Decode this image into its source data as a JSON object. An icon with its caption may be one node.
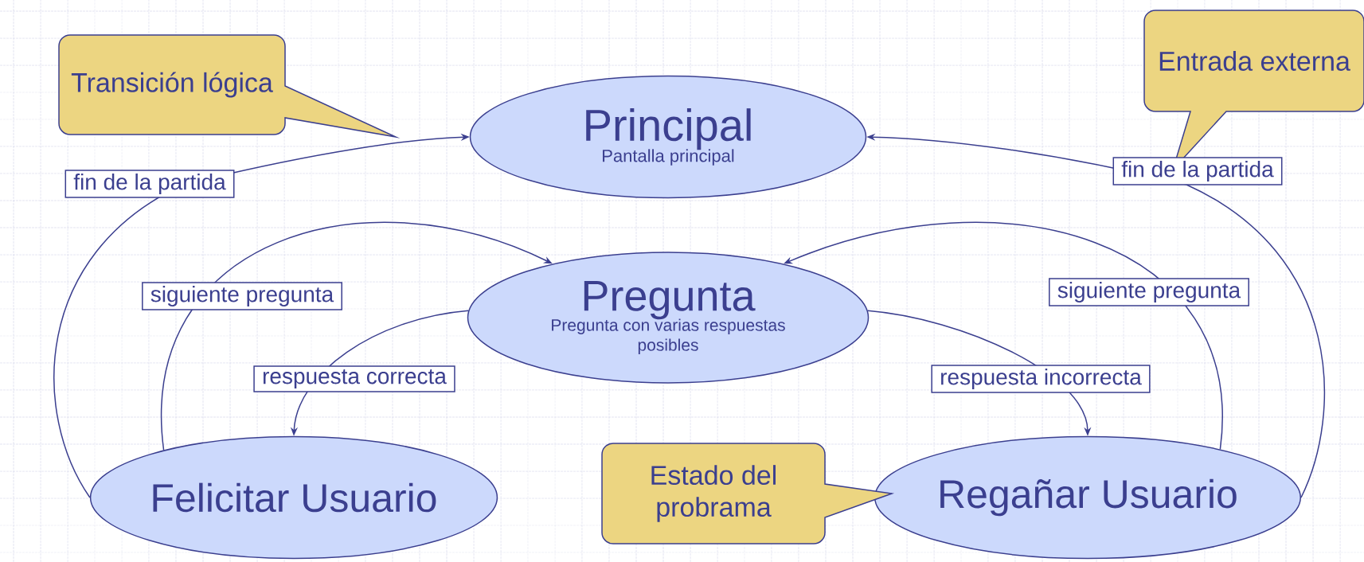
{
  "diagram": {
    "nodes": [
      {
        "text": [
          "Principal",
          "Pantalla principal"
        ]
      },
      {
        "text": [
          "Pregunta",
          "Pregunta con varias respuestas posibles"
        ]
      },
      {
        "text": [
          "Felicitar Usuario"
        ]
      },
      {
        "text": [
          "Regañar Usuario"
        ]
      },
      {
        "text": [
          "Transición lógica"
        ]
      },
      {
        "text": [
          "Entrada externa"
        ]
      },
      {
        "text": [
          "Estado del probrama"
        ]
      }
    ],
    "edges": [
      {
        "from": 2,
        "to": 0,
        "arrow": "to",
        "label": "fin de la partida"
      },
      {
        "from": 3,
        "to": 0,
        "arrow": "to",
        "label": "fin de la partida"
      },
      {
        "from": 2,
        "to": 1,
        "arrow": "to",
        "label": "siguiente pregunta"
      },
      {
        "from": 3,
        "to": 1,
        "arrow": "to",
        "label": "siguiente pregunta"
      },
      {
        "from": 1,
        "to": 2,
        "arrow": "to",
        "label": "respuesta correcta"
      },
      {
        "from": 1,
        "to": 3,
        "arrow": "to",
        "label": "respuesta incorrecta"
      }
    ]
  }
}
